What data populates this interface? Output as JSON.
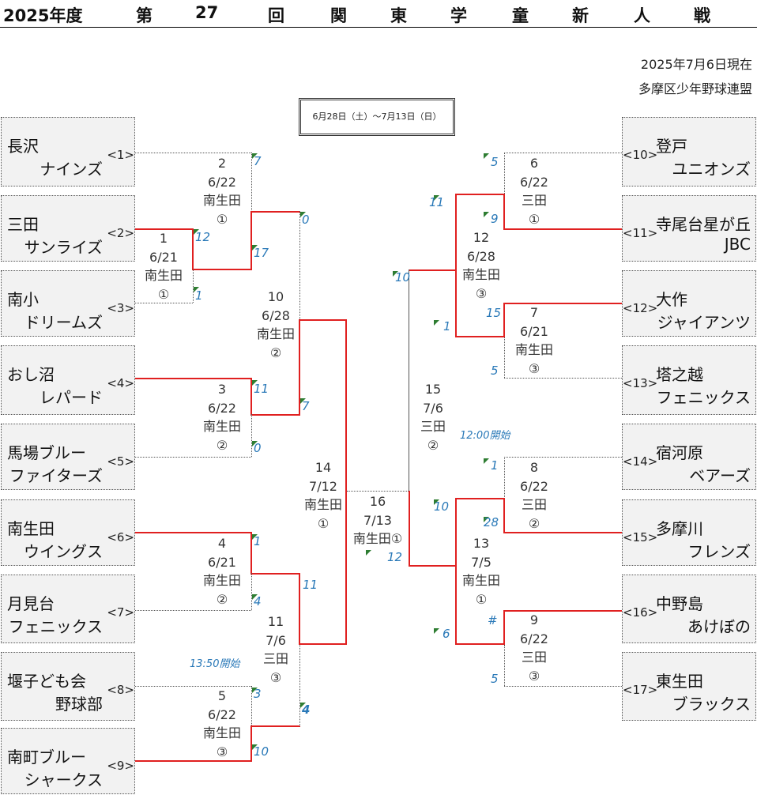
{
  "header": {
    "chars": [
      "2025年度",
      "第",
      "27",
      "回",
      "関",
      "東",
      "学",
      "童",
      "新",
      "人",
      "戦"
    ]
  },
  "asof": {
    "date": "2025年7月6日現在",
    "org": "多摩区少年野球連盟"
  },
  "period": "6月28日（土）～7月13日（日）",
  "teams": {
    "t1": {
      "name1": "長沢",
      "name2": "ナインズ",
      "seed": "<1>"
    },
    "t2": {
      "name1": "三田",
      "name2": "サンライズ",
      "seed": "<2>"
    },
    "t3": {
      "name1": "南小",
      "name2": "ドリームズ",
      "seed": "<3>"
    },
    "t4": {
      "name1": "おし沼",
      "name2": "レパード",
      "seed": "<4>"
    },
    "t5": {
      "name1": "馬場ブルー",
      "name2": "ファイターズ",
      "seed": "<5>"
    },
    "t6": {
      "name1": "南生田",
      "name2": "ウイングス",
      "seed": "<6>"
    },
    "t7": {
      "name1": "月見台",
      "name2": "フェニックス",
      "seed": "<7>"
    },
    "t8": {
      "name1": "堰子ども会",
      "name2": "野球部",
      "seed": "<8>"
    },
    "t9": {
      "name1": "南町ブルー",
      "name2": "シャークス",
      "seed": "<9>"
    },
    "t10": {
      "name1": "登戸",
      "name2": "ユニオンズ",
      "seed": "<10>"
    },
    "t11": {
      "name1": "寺尾台星が丘",
      "name2": "JBC",
      "seed": "<11>"
    },
    "t12": {
      "name1": "大作",
      "name2": "ジャイアンツ",
      "seed": "<12>"
    },
    "t13": {
      "name1": "塔之越",
      "name2": "フェニックス",
      "seed": "<13>"
    },
    "t14": {
      "name1": "宿河原",
      "name2": "ベアーズ",
      "seed": "<14>"
    },
    "t15": {
      "name1": "多摩川",
      "name2": "フレンズ",
      "seed": "<15>"
    },
    "t16": {
      "name1": "中野島",
      "name2": "あけぼの",
      "seed": "<16>"
    },
    "t17": {
      "name1": "東生田",
      "name2": "ブラックス",
      "seed": "<17>"
    }
  },
  "matches": {
    "m1": {
      "no": "1",
      "date": "6/21",
      "venue": "南生田",
      "field": "①"
    },
    "m2": {
      "no": "2",
      "date": "6/22",
      "venue": "南生田",
      "field": "①"
    },
    "m3": {
      "no": "3",
      "date": "6/22",
      "venue": "南生田",
      "field": "②"
    },
    "m4": {
      "no": "4",
      "date": "6/21",
      "venue": "南生田",
      "field": "②"
    },
    "m5": {
      "no": "5",
      "date": "6/22",
      "venue": "南生田",
      "field": "③"
    },
    "m6": {
      "no": "6",
      "date": "6/22",
      "venue": "三田",
      "field": "①"
    },
    "m7": {
      "no": "7",
      "date": "6/21",
      "venue": "南生田",
      "field": "③"
    },
    "m8": {
      "no": "8",
      "date": "6/22",
      "venue": "三田",
      "field": "②"
    },
    "m9": {
      "no": "9",
      "date": "6/22",
      "venue": "三田",
      "field": "③"
    },
    "m10": {
      "no": "10",
      "date": "6/28",
      "venue": "南生田",
      "field": "②"
    },
    "m11": {
      "no": "11",
      "date": "7/6",
      "venue": "三田",
      "field": "③"
    },
    "m12": {
      "no": "12",
      "date": "6/28",
      "venue": "南生田",
      "field": "③"
    },
    "m13": {
      "no": "13",
      "date": "7/5",
      "venue": "南生田",
      "field": "①"
    },
    "m14": {
      "no": "14",
      "date": "7/12",
      "venue": "南生田",
      "field": "①"
    },
    "m15": {
      "no": "15",
      "date": "7/6",
      "venue": "三田",
      "field": "②"
    },
    "m16": {
      "no": "16",
      "date": "7/13",
      "venue": "南生田①"
    }
  },
  "scores": {
    "s1": "7",
    "s2": "12",
    "s3": "1",
    "s4": "0",
    "s5": "17",
    "s6": "11",
    "s7": "0",
    "s8": "7",
    "s9": "1",
    "s10": "4",
    "s11": "3",
    "s12": "10",
    "s13": "11",
    "s14": "4",
    "s15": "5",
    "s16": "9",
    "s17": "11",
    "s18": "15",
    "s19": "5",
    "s20": "1",
    "s21": "10",
    "s22": "1",
    "s23": "28",
    "s24": "10",
    "s25": "#",
    "s26": "5",
    "s27": "6",
    "s28": "12"
  },
  "notes": {
    "n1": "13:50開始",
    "n2": "12:00開始"
  }
}
